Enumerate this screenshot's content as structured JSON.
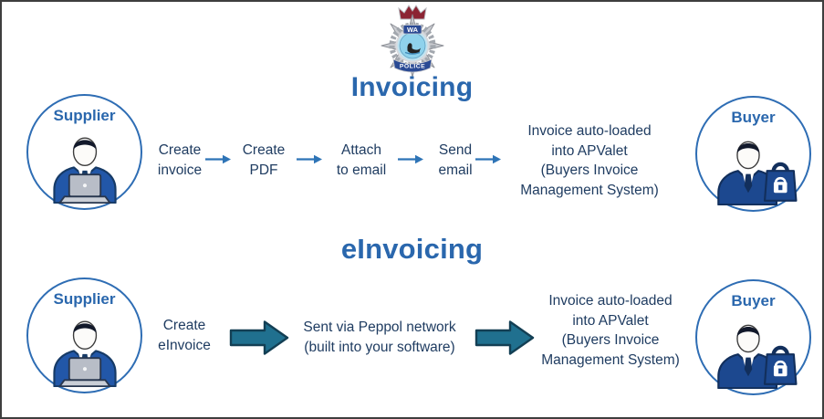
{
  "logo": {
    "banner_top": "WA",
    "banner_bottom": "POLICE"
  },
  "colors": {
    "title_blue": "#2a67ad",
    "text_navy": "#1f3c61",
    "circle_border_blue": "#2e6db4",
    "small_arrow_blue": "#2e74b6",
    "big_arrow_fill": "#20708f",
    "big_arrow_stroke": "#133f54",
    "suit_blue": "#2257a8",
    "buyer_suit_blue": "#1c488f",
    "crown_red": "#8c2433",
    "badge_silver": "#caccd1",
    "badge_disc_blue": "#8fd2ec"
  },
  "invoicing": {
    "title": "Invoicing",
    "supplier_label": "Supplier",
    "buyer_label": "Buyer",
    "steps": [
      {
        "lines": [
          "Create",
          "invoice"
        ]
      },
      {
        "lines": [
          "Create",
          "PDF"
        ]
      },
      {
        "lines": [
          "Attach",
          "to email"
        ]
      },
      {
        "lines": [
          "Send",
          "email"
        ]
      }
    ],
    "result_lines": [
      "Invoice auto-loaded",
      "into APValet",
      "(Buyers Invoice",
      "Management System)"
    ]
  },
  "einvoicing": {
    "title": "eInvoicing",
    "supplier_label": "Supplier",
    "buyer_label": "Buyer",
    "create_lines": [
      "Create",
      "eInvoice"
    ],
    "peppol_lines": [
      "Sent via Peppol network",
      "(built into your software)"
    ],
    "result_lines": [
      "Invoice auto-loaded",
      "into APValet",
      "(Buyers Invoice",
      "Management System)"
    ]
  }
}
